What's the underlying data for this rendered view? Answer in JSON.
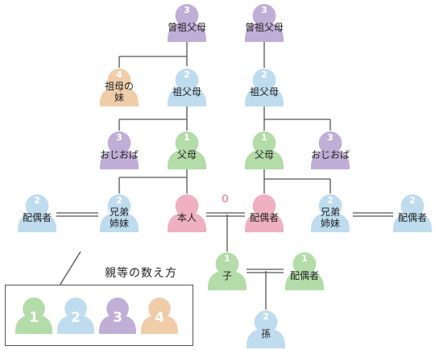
{
  "colors": {
    "1": "#b3dca8",
    "2": "#bfdcef",
    "3": "#c1aed7",
    "4": "#efcda9",
    "0": "#efb0c2",
    "line": "#555555"
  },
  "people": [
    {
      "id": "gg-left",
      "degree": "3",
      "label": "曾祖父母"
    },
    {
      "id": "gg-right",
      "degree": "3",
      "label": "曾祖父母"
    },
    {
      "id": "great-aunt",
      "degree": "4",
      "label": "祖母の\n妹"
    },
    {
      "id": "gp-left",
      "degree": "2",
      "label": "祖父母"
    },
    {
      "id": "gp-right",
      "degree": "2",
      "label": "祖父母"
    },
    {
      "id": "uncle-left",
      "degree": "3",
      "label": "おじおば"
    },
    {
      "id": "parent-left",
      "degree": "1",
      "label": "父母"
    },
    {
      "id": "parent-right",
      "degree": "1",
      "label": "父母"
    },
    {
      "id": "uncle-right",
      "degree": "3",
      "label": "おじおば"
    },
    {
      "id": "sibling-spouse-left",
      "degree": "2",
      "label": "配偶者"
    },
    {
      "id": "sibling-left",
      "degree": "2",
      "label": "兄弟\n姉妹"
    },
    {
      "id": "self",
      "degree": "",
      "label": "本人"
    },
    {
      "id": "spouse",
      "degree": "",
      "label": "配偶者"
    },
    {
      "id": "sibling-right",
      "degree": "2",
      "label": "兄弟\n姉妹"
    },
    {
      "id": "sibling-spouse-right",
      "degree": "2",
      "label": "配偶者"
    },
    {
      "id": "child",
      "degree": "1",
      "label": "子"
    },
    {
      "id": "child-spouse",
      "degree": "1",
      "label": "配偶者"
    },
    {
      "id": "grandchild",
      "degree": "2",
      "label": "孫"
    }
  ],
  "self_degree": "0",
  "legend": {
    "title": "親等の数え方",
    "items": [
      "1",
      "2",
      "3",
      "4"
    ]
  }
}
